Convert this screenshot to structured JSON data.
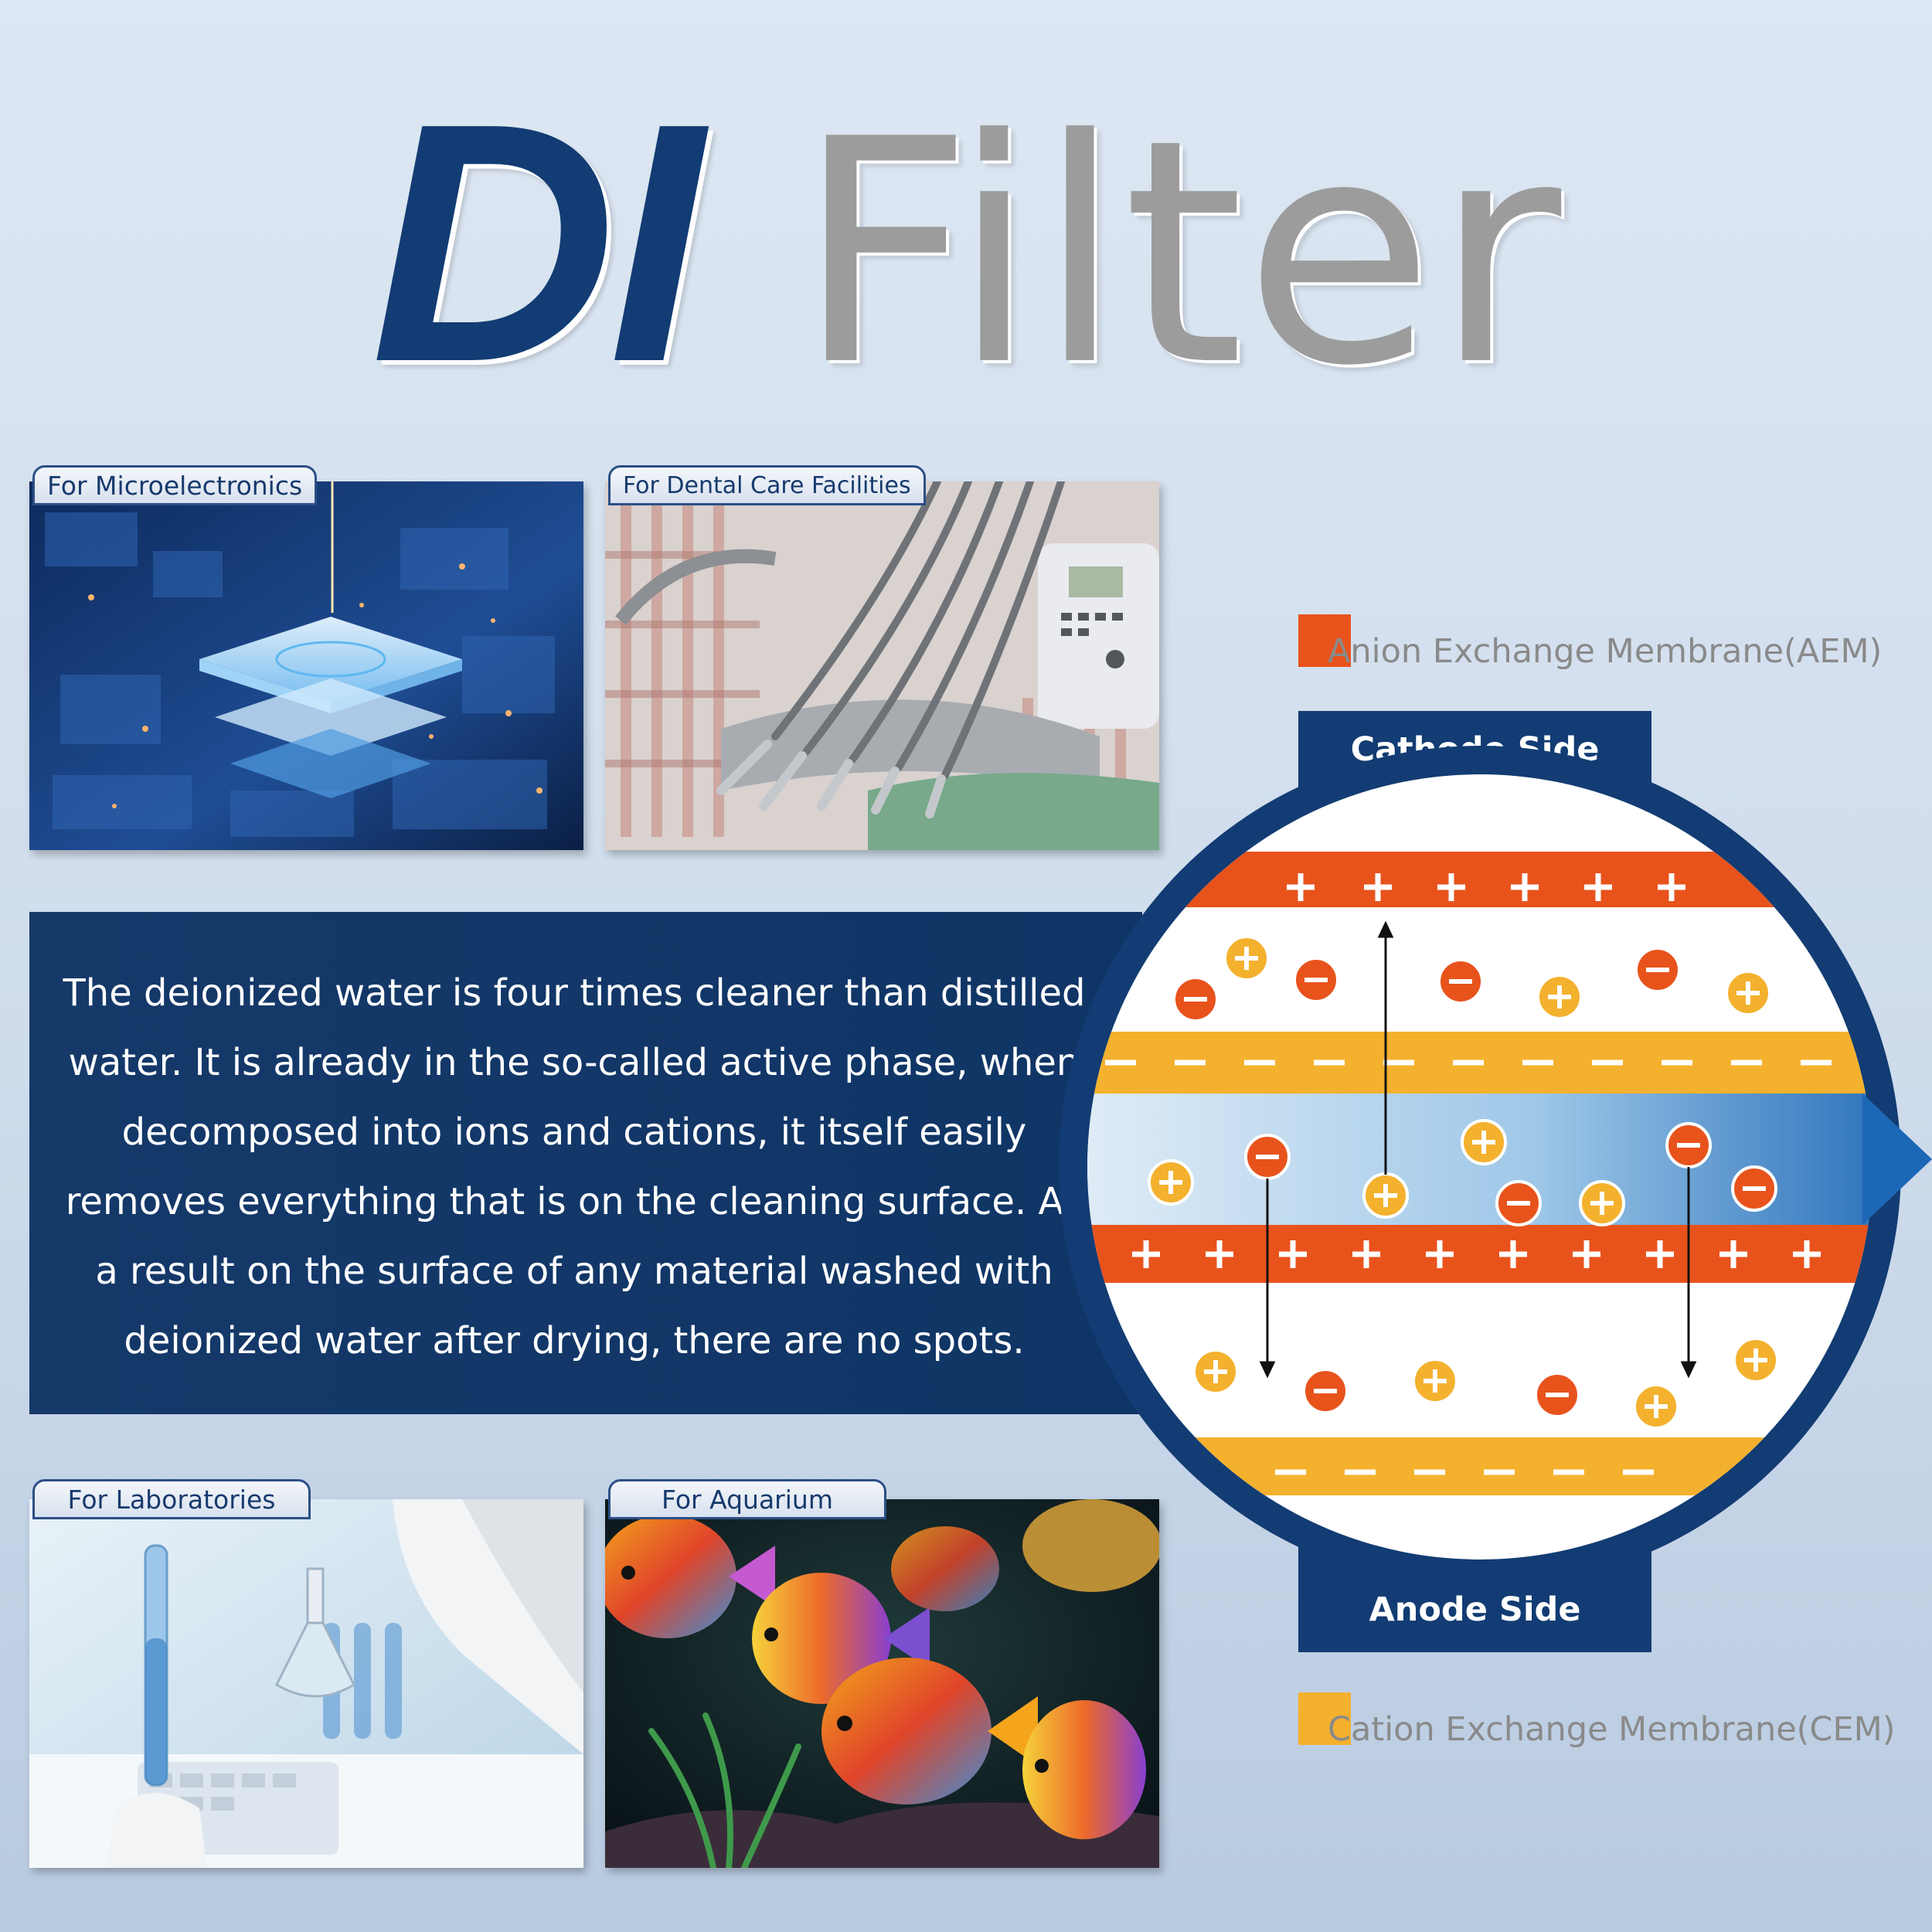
{
  "title": {
    "part1": "DI",
    "part2": "Filter"
  },
  "applications": [
    {
      "label": "For Microelectronics"
    },
    {
      "label": "For Dental Care Facilities"
    },
    {
      "label": "For Laboratories"
    },
    {
      "label": "For Aquarium"
    }
  ],
  "description": "The deionized water is four times cleaner than distilled water. It is already in the so-called active phase, when decomposed into ions and cations, it itself easily removes everything that is on the cleaning surface. As a result on the surface of any material washed with deionized water after drying, there are no spots.",
  "diagram": {
    "legend": [
      {
        "label": "Anion Exchange Membrane(AEM)",
        "color": "#e8531c"
      },
      {
        "label": "Cation Exchange Membrane(CEM)",
        "color": "#f4b12e"
      }
    ],
    "top_label": "Cathode Side",
    "bottom_label": "Anode Side",
    "colors": {
      "navy": "#123c73",
      "aem": "#e8531c",
      "cem": "#f4b12e",
      "water": "#b9d8ef"
    }
  }
}
